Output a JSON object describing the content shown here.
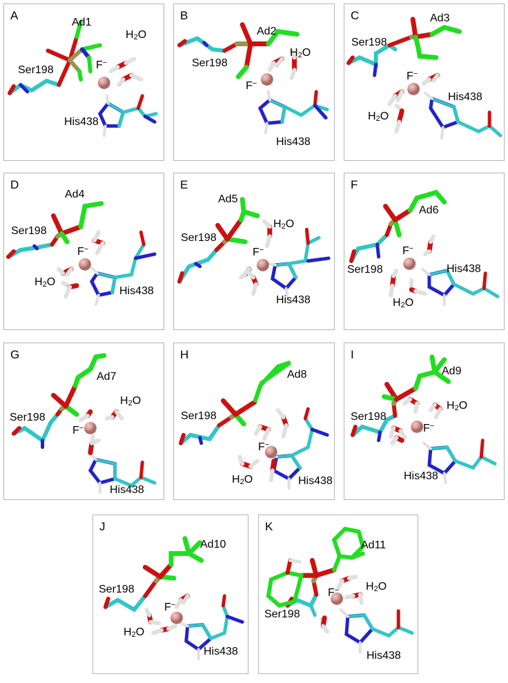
{
  "figure": {
    "type": "molecular-structure-panels",
    "description": "Grid of 11 molecular structure panels showing adduct conformations of organophosphate-inhibited Ser198 with His438 and fluoride ion plus waters",
    "panel_count": 11,
    "background": "#ffffff",
    "border_color": "#b4b4b4"
  },
  "colors": {
    "ligand_carbon": "#22dd22",
    "protein_carbon": "#33c5c5",
    "oxygen": "#cc1111",
    "nitrogen": "#2222cc",
    "phosphorus": "#9a9453",
    "fluoride_ion": "#d99a96",
    "hydrogen": "#e8e8e8",
    "text": "#000000",
    "panel_border": "#b4b4b4"
  },
  "labels": {
    "ser": "Ser198",
    "his": "His438",
    "fluoride": "F",
    "fluoride_charge": "−",
    "water": "H",
    "water_sub": "2",
    "water_o": "O"
  },
  "panels": [
    {
      "letter": "A",
      "adduct": "Ad1",
      "row": 1,
      "col": 1,
      "labels": {
        "ser": "Ser198",
        "his": "His438",
        "water": "H2O",
        "fluoride": "F-"
      }
    },
    {
      "letter": "B",
      "adduct": "Ad2",
      "row": 1,
      "col": 2,
      "labels": {
        "ser": "Ser198",
        "his": "His438",
        "water": "H2O",
        "fluoride": "F-"
      }
    },
    {
      "letter": "C",
      "adduct": "Ad3",
      "row": 1,
      "col": 3,
      "labels": {
        "ser": "Ser198",
        "his": "His438",
        "water": "H2O",
        "fluoride": "F-"
      }
    },
    {
      "letter": "D",
      "adduct": "Ad4",
      "row": 2,
      "col": 1,
      "labels": {
        "ser": "Ser198",
        "his": "His438",
        "water": "H2O",
        "fluoride": "F-"
      }
    },
    {
      "letter": "E",
      "adduct": "Ad5",
      "row": 2,
      "col": 2,
      "labels": {
        "ser": "Ser198",
        "his": "His438",
        "water": "H2O",
        "fluoride": "F-"
      }
    },
    {
      "letter": "F",
      "adduct": "Ad6",
      "row": 2,
      "col": 3,
      "labels": {
        "ser": "Ser198",
        "his": "His438",
        "water": "H2O",
        "fluoride": "F-"
      }
    },
    {
      "letter": "G",
      "adduct": "Ad7",
      "row": 3,
      "col": 1,
      "labels": {
        "ser": "Ser198",
        "his": "His438",
        "water": "H2O",
        "fluoride": "F-"
      }
    },
    {
      "letter": "H",
      "adduct": "Ad8",
      "row": 3,
      "col": 2,
      "labels": {
        "ser": "Ser198",
        "his": "His438",
        "water": "H2O",
        "fluoride": "F-"
      }
    },
    {
      "letter": "I",
      "adduct": "Ad9",
      "row": 3,
      "col": 3,
      "labels": {
        "ser": "Ser198",
        "his": "His438",
        "water": "H2O",
        "fluoride": "F-"
      }
    },
    {
      "letter": "J",
      "adduct": "Ad10",
      "row": 4,
      "col": 1,
      "labels": {
        "ser": "Ser198",
        "his": "His438",
        "water": "H2O",
        "fluoride": "F-"
      }
    },
    {
      "letter": "K",
      "adduct": "Ad11",
      "row": 4,
      "col": 2,
      "labels": {
        "ser": "Ser198",
        "his": "His438",
        "water": "H2O",
        "fluoride": "F-"
      }
    }
  ],
  "panelA": {
    "letter": "A",
    "adduct": "Ad1",
    "ser": "Ser198",
    "his": "His438"
  },
  "panelB": {
    "letter": "B",
    "adduct": "Ad2",
    "ser": "Ser198",
    "his": "His438"
  },
  "panelC": {
    "letter": "C",
    "adduct": "Ad3",
    "ser": "Ser198",
    "his": "His438"
  },
  "panelD": {
    "letter": "D",
    "adduct": "Ad4",
    "ser": "Ser198",
    "his": "His438"
  },
  "panelE": {
    "letter": "E",
    "adduct": "Ad5",
    "ser": "Ser198",
    "his": "His438"
  },
  "panelF": {
    "letter": "F",
    "adduct": "Ad6",
    "ser": "Ser198",
    "his": "His438"
  },
  "panelG": {
    "letter": "G",
    "adduct": "Ad7",
    "ser": "Ser198",
    "his": "His438"
  },
  "panelH": {
    "letter": "H",
    "adduct": "Ad8",
    "ser": "Ser198",
    "his": "His438"
  },
  "panelI": {
    "letter": "I",
    "adduct": "Ad9",
    "ser": "Ser198",
    "his": "His438"
  },
  "panelJ": {
    "letter": "J",
    "adduct": "Ad10",
    "ser": "Ser198",
    "his": "His438"
  },
  "panelK": {
    "letter": "K",
    "adduct": "Ad11",
    "ser": "Ser198",
    "his": "His438"
  }
}
